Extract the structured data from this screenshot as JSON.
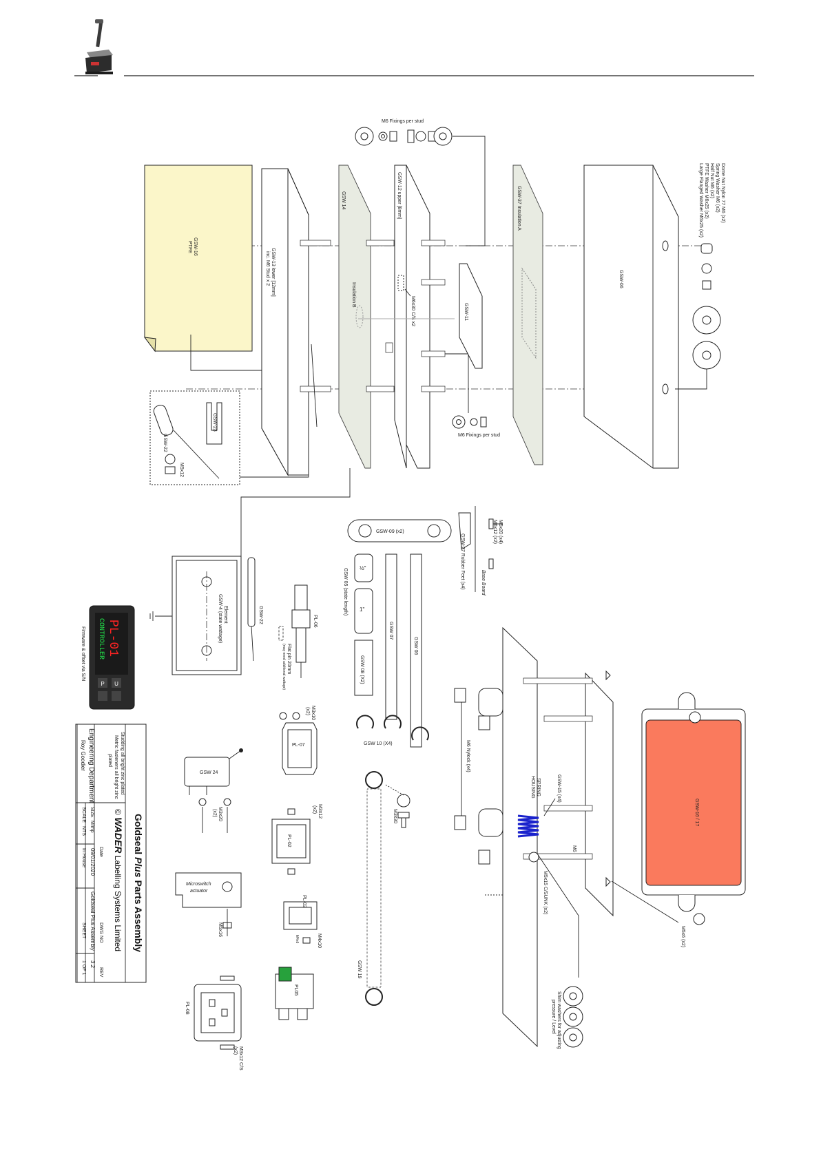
{
  "header": {
    "rule_color": "#222222"
  },
  "labels": {
    "m6_fixings_top": "M6 Fixings per stud",
    "m6_fixings_bottom": "M6 Fixings per stud",
    "parts_list_1": "Dome Nut Nylon 77 M6 (x2)",
    "parts_list_2": "Spring Washer M6   (x2)",
    "parts_list_3": "Half Nut M6   (x2)",
    "parts_list_4": "PTFE Washer M6x25   (x2)",
    "parts_list_5": "Large Flanged Washer M6x25 (x2)",
    "gsw16": "GSW-16",
    "ptfe": "PTFE",
    "gsw13": "GSW-13 lower [12mm]",
    "gsw13_inc": "inc. M6 Stud x 2",
    "gsw14": "GSW 14",
    "insulation_b": "Insulation B",
    "gsw12": "GSW-12 upper [8mm]",
    "m6x30": "M6x30 C/S x2",
    "gsw11": "GSW-11",
    "gsw37": "GSW-37 Insulation A",
    "gsw06_box": "GSW-06",
    "gsw23": "GSW-23",
    "gsw22_small": "GSW-22",
    "m5x12": "M5x12",
    "element_1": "Element",
    "element_2": "GSW-4 (state wattage)",
    "gsw22": "GSW-22",
    "pl06": "PL-06",
    "flat_pin": "Flat pin 20mm",
    "flat_pin_2": "(may need additional wattage)",
    "gsw09": "GSW-09 (x2)",
    "half_in": "½\"",
    "one_in": "1\"",
    "gsw05": "GSW 05 (state length)",
    "gsw07": "GSW 07",
    "gsw06_rod": "GSW 06",
    "gsw08": "GSW 08 (X2)",
    "gsw10": "GSW 10 (X4)",
    "m5x20": "M5x20 (x4)",
    "m6x12": "M6x12 (x2)",
    "gsw27": "GSW-27 Rubber Feet (x4)",
    "base_board": "Base Board",
    "m6_nylock": "M6 Nylock (x4)",
    "gsw15": "GSW-15 (x4)",
    "spring_housing_1": "SPRING",
    "spring_housing_2": "HOUSING",
    "m6": "M6",
    "m5x15": "M5x15 C/SUNK (x2)",
    "shim_1": "Shim washers for adjusting",
    "shim_2": "pressure / Level",
    "gsw_case": "GSW-16 / 17",
    "m5x6": "M5x6 (x2)",
    "controller_top": "PL-01",
    "controller_mid": "CONTROLLER",
    "controller_foot": "Firmware & offset via S/N",
    "key_u": "U",
    "key_p": "P",
    "m3x10": "M3x10",
    "m3x10_qty": "(x2)",
    "pl07": "PL-07",
    "gsw24": "GSW 24",
    "m3x20": "M3x20",
    "m3x20_qty": "(x2)",
    "m3x12": "M3x12",
    "m3x12_qty": "(x2)",
    "pl02": "PL-02",
    "microswitch_1": "Microswitch",
    "microswitch_2": "actuator",
    "m5x16": "M5x16",
    "pl03": "PL-03",
    "m4x10": "M4x10",
    "m4x6": "M4x6",
    "m3x30": "M3x30",
    "gsw19": "GSW 19",
    "pl05": "PL05",
    "pl08": "PL-08",
    "m3x12cs": "M3x12 C/S",
    "m3x12cs_qty": "(x2)"
  },
  "title_block": {
    "title_1": "Goldseal ",
    "title_plus": "Plus",
    "title_2": " Parts Assembly",
    "company_copy": "©",
    "company_logo": "WADER",
    "company_name": " Labelling Systems Limited",
    "note_1": "Studding all bright zinc plated",
    "note_2": "Metric fasteners all bright zinc",
    "note_3": "plated",
    "department": "Engineering Department",
    "author": "Roy Goodier",
    "size_h": "SIZE",
    "size_v": "M/mp",
    "date_h": "Date",
    "date_v": "09/01/2020",
    "dwg_h": "DWG NO",
    "dwg_v": "Goldseal Plus Assembly",
    "rev_h": "REV",
    "rev_v": "3.2",
    "scale_h": "SCALE",
    "scale_v": "NTS",
    "in_house": "In House",
    "sheet_h": "SHEET",
    "sheet_v": "1 OF 1"
  },
  "colors": {
    "ptfe_fill": "#fbf6c9",
    "case_fill": "#fa7a5d",
    "spring": "#1a22cc",
    "display_red": "#ff2424",
    "display_green": "#22e04a",
    "rocker_green": "#27a13c",
    "insulation": "#e8ebe2"
  },
  "icons": {
    "logo": "heat-press-machine-icon"
  }
}
